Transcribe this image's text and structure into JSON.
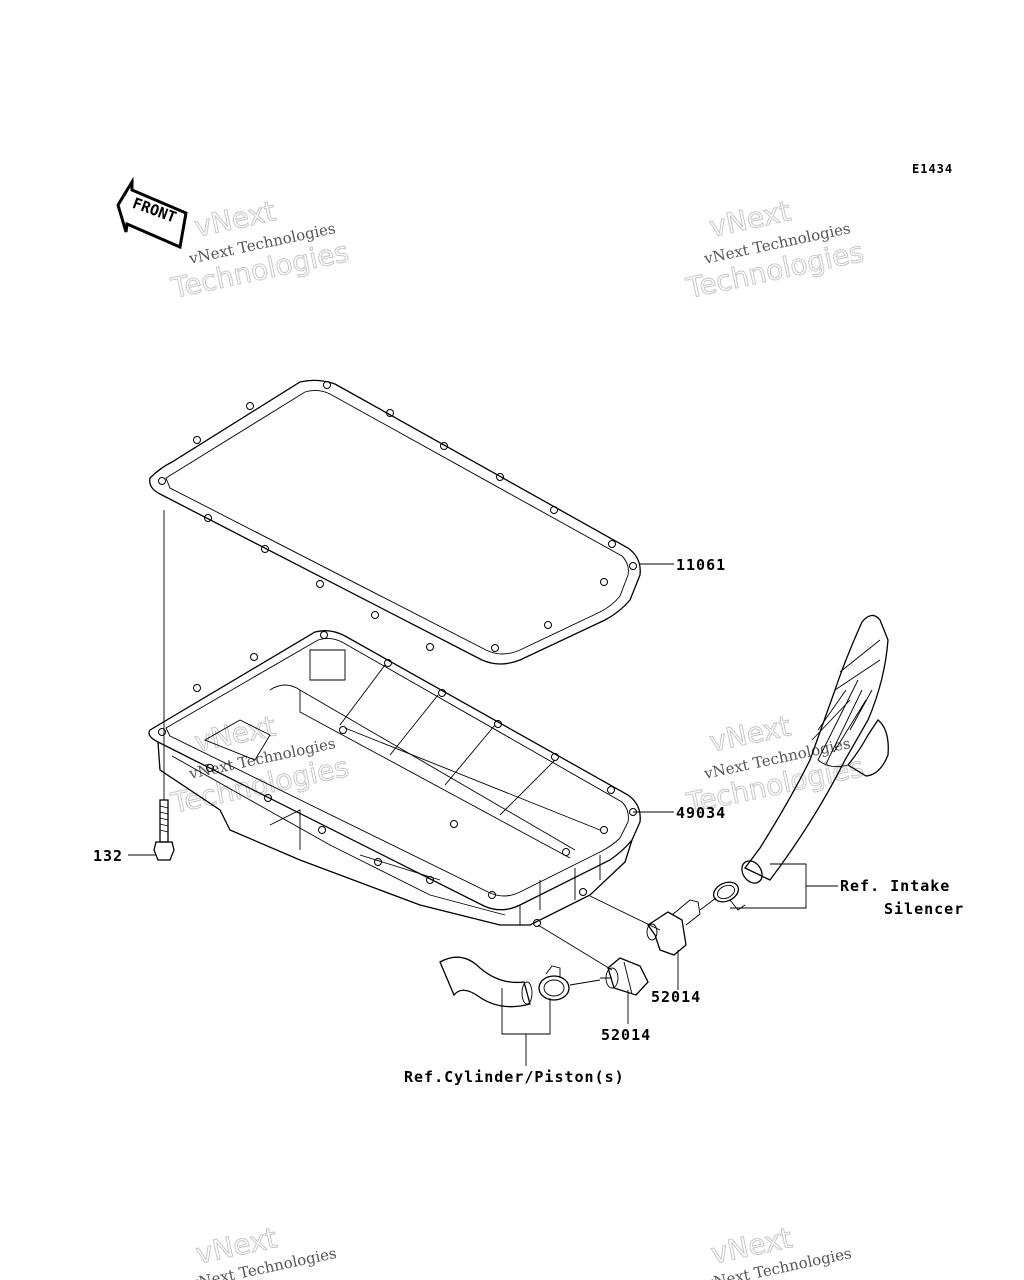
{
  "diagram_code": "E1434",
  "direction_label": "FRONT",
  "watermark": {
    "line1": "vNext Technologies",
    "line2": "Technologies",
    "line3": "vNext"
  },
  "parts": {
    "gasket": "11061",
    "oil_pan": "49034",
    "bolt": "132",
    "fitting_upper": "52014",
    "fitting_lower": "52014"
  },
  "references": {
    "intake_line1": "Ref. Intake",
    "intake_line2": "Silencer",
    "cylinder": "Ref.Cylinder/Piston(s)"
  }
}
